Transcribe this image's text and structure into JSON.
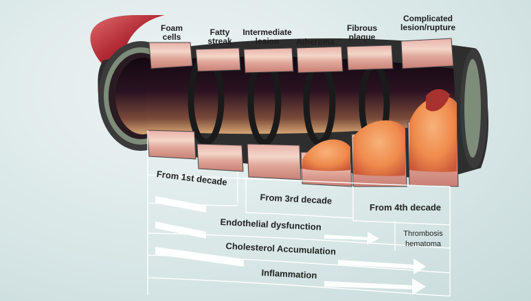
{
  "stages": [
    {
      "label": "Foam\ncells"
    },
    {
      "label": "Fatty\nstreak"
    },
    {
      "label": "Intermediate\nlesion"
    },
    {
      "label": "Atheroma"
    },
    {
      "label": "Fibrous\nplaque"
    },
    {
      "label": "Complicated\nlesion/rupture"
    }
  ],
  "decades": {
    "first": "From 1st decade",
    "third": "From 3rd decade",
    "fourth": "From 4th decade"
  },
  "processes": {
    "endothelial": "Endothelial dysfunction",
    "cholesterol": "Cholesterol Accumulation",
    "inflammation": "Inflammation"
  },
  "thrombosis": "Thrombosis\nhematoma",
  "colors": {
    "artery_outer": "#3a3a3a",
    "artery_red": "#b02a34",
    "lumen_dark": "#1c0c16",
    "plaque": "#f29a5a",
    "panel_line": "#ffffff"
  }
}
